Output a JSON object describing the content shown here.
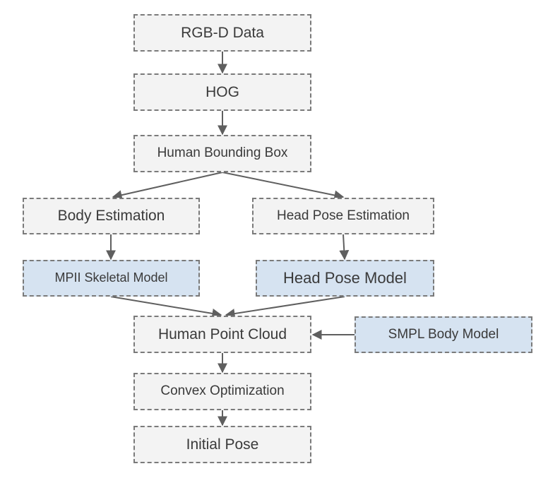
{
  "diagram": {
    "nodes": {
      "rgbd": "RGB-D Data",
      "hog": "HOG",
      "human_bbox": "Human Bounding Box",
      "body_estimation": "Body Estimation",
      "head_pose_estimation": "Head Pose Estimation",
      "mpii_model": "MPII Skeletal Model",
      "head_pose_model": "Head Pose Model",
      "human_point_cloud": "Human Point Cloud",
      "smpl_model": "SMPL Body Model",
      "convex_optimization": "Convex Optimization",
      "initial_pose": "Initial Pose"
    },
    "edges": [
      [
        "rgbd",
        "hog"
      ],
      [
        "hog",
        "human_bbox"
      ],
      [
        "human_bbox",
        "body_estimation"
      ],
      [
        "human_bbox",
        "head_pose_estimation"
      ],
      [
        "body_estimation",
        "mpii_model"
      ],
      [
        "head_pose_estimation",
        "head_pose_model"
      ],
      [
        "mpii_model",
        "human_point_cloud"
      ],
      [
        "head_pose_model",
        "human_point_cloud"
      ],
      [
        "smpl_model",
        "human_point_cloud"
      ],
      [
        "human_point_cloud",
        "convex_optimization"
      ],
      [
        "convex_optimization",
        "initial_pose"
      ]
    ],
    "colors": {
      "box_fill": "#f3f3f3",
      "model_fill": "#d6e3f1",
      "border": "#7a7a7a",
      "arrow": "#5f5f5f",
      "text": "#3a3a3a"
    }
  }
}
